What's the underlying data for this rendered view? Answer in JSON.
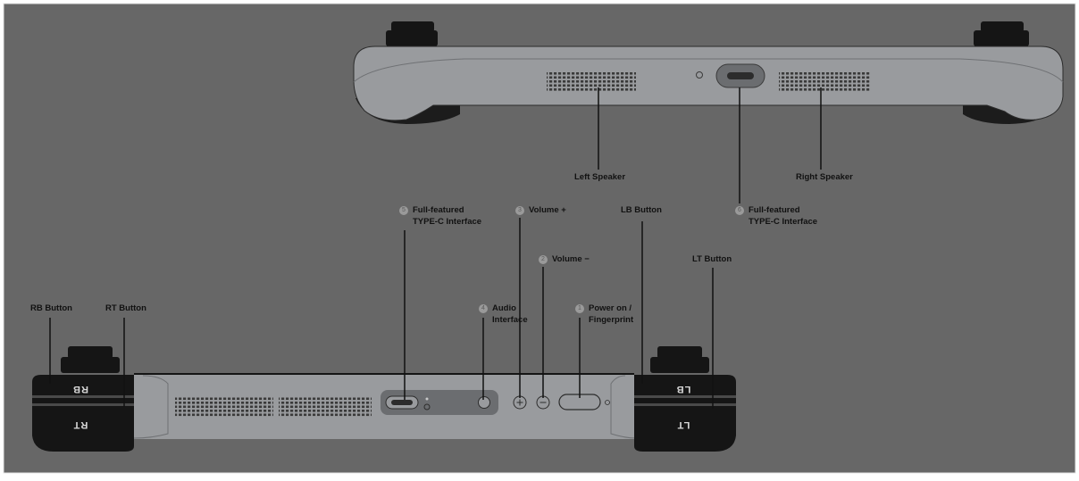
{
  "colors": {
    "background": "#676767",
    "border": "#e4e4e4",
    "device_body": "#999b9e",
    "device_outline": "#2b2b2b",
    "trigger": "#151515",
    "grille": "#3a3a3a",
    "leader_line": "#111111",
    "badge": "#9a9a9a"
  },
  "top_view": {
    "labels": {
      "left_speaker": "Left Speaker",
      "right_speaker": "Right Speaker",
      "type_c": {
        "number": "6",
        "line1": "Full-featured",
        "line2": "TYPE-C Interface"
      }
    }
  },
  "bottom_view": {
    "button_marks": {
      "rb": "RB",
      "rt": "RT",
      "lb": "LB",
      "lt": "LT"
    },
    "labels": {
      "rb_button": "RB Button",
      "rt_button": "RT Button",
      "lb_button": "LB Button",
      "lt_button": "LT Button",
      "type_c": {
        "number": "5",
        "line1": "Full-featured",
        "line2": "TYPE-C Interface"
      },
      "volume_up": {
        "number": "3",
        "text": "Volume +"
      },
      "volume_down": {
        "number": "2",
        "text": "Volume −"
      },
      "audio": {
        "number": "4",
        "line1": "Audio",
        "line2": "Interface"
      },
      "power": {
        "number": "1",
        "line1": "Power on /",
        "line2": "Fingerprint"
      }
    }
  }
}
